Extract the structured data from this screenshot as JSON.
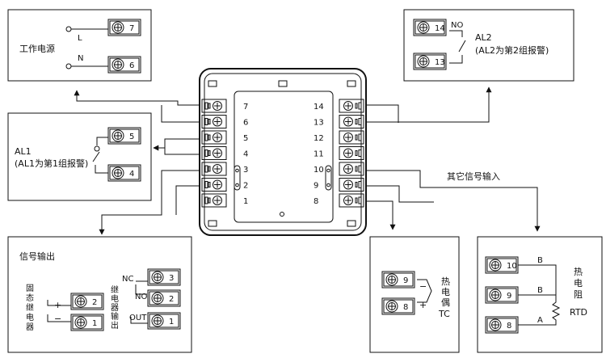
{
  "power_box": {
    "title": "工作电源",
    "wire_L": "L",
    "wire_N": "N",
    "terminals": [
      "7",
      "6"
    ]
  },
  "al2_box": {
    "title": "AL2",
    "note": "(AL2为第2组报警)",
    "contact": "NO",
    "terminals": [
      "14",
      "13"
    ]
  },
  "al1_box": {
    "title": "AL1",
    "note": "(AL1为第1组报警)",
    "terminals": [
      "5",
      "4"
    ]
  },
  "device": {
    "left_terminals": [
      "7",
      "6",
      "5",
      "4",
      "3",
      "2",
      "1"
    ],
    "right_terminals": [
      "14",
      "13",
      "12",
      "11",
      "10",
      "9",
      "8"
    ]
  },
  "signal_input_label": "其它信号输入",
  "signal_output_box": {
    "title": "信号输出",
    "ssr_label": "固态继电器",
    "plus": "+",
    "minus": "−",
    "ssr_terminals": [
      "2",
      "1"
    ],
    "relay_label": "继电器输出",
    "relay_contacts": [
      "NC",
      "NO",
      "OUT"
    ],
    "relay_terminals": [
      "3",
      "2",
      "1"
    ]
  },
  "thermocouple_box": {
    "label": "热电偶",
    "type": "TC",
    "minus": "−",
    "plus": "+",
    "terminals": [
      "9",
      "8"
    ]
  },
  "rtd_box": {
    "label": "热电阻",
    "type": "RTD",
    "wire_labels": [
      "B",
      "B",
      "A"
    ],
    "terminals": [
      "10",
      "9",
      "8"
    ]
  }
}
